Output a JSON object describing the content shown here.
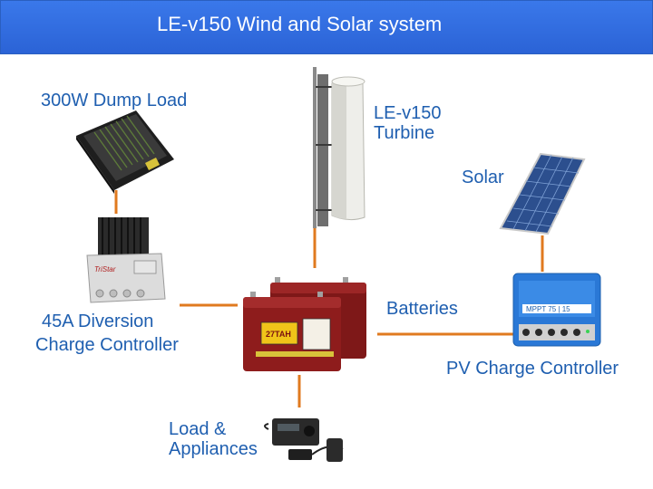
{
  "title": "LE-v150 Wind and Solar system",
  "labels": {
    "dump_load": "300W Dump Load",
    "turbine_line1": "LE-v150",
    "turbine_line2": "Turbine",
    "solar": "Solar",
    "diversion_line1": "45A Diversion",
    "diversion_line2": "Charge  Controller",
    "batteries": "Batteries",
    "pv_controller": "PV Charge Controller",
    "load_line1": "Load &",
    "load_line2": "Appliances"
  },
  "device_text": {
    "diversion_brand": "TriStar",
    "battery_model": "27TAH",
    "pv_model": "MPPT 75 | 15"
  },
  "colors": {
    "title_bar": "#2f6fe0",
    "label": "#1f5fb0",
    "connector": "#e07a1f",
    "battery": "#8e1c1c",
    "pv_controller": "#2a78d6"
  }
}
